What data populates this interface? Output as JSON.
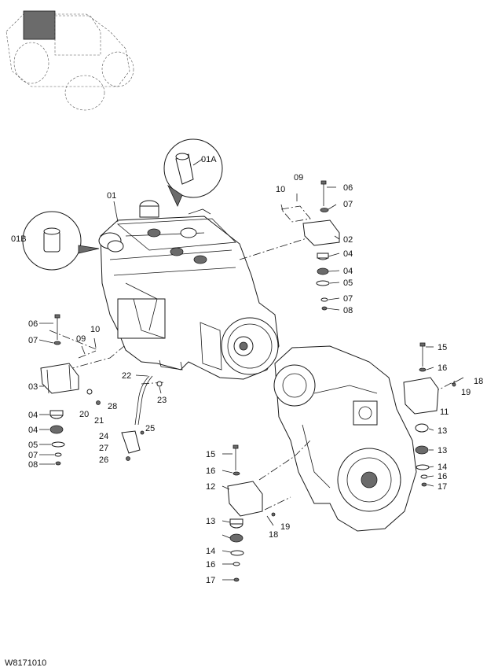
{
  "diagram_id": "W8171010",
  "callouts": {
    "c01": "01",
    "c01A": "01A",
    "c01B": "01B",
    "c02": "02",
    "c03": "03",
    "c04_r1": "04",
    "c04_r2": "04",
    "c04_l1": "04",
    "c04_l2": "04",
    "c05_r": "05",
    "c05_l": "05",
    "c06_r": "06",
    "c06_l": "06",
    "c07_r1": "07",
    "c07_r2": "07",
    "c07_l1": "07",
    "c07_l2": "07",
    "c08_r": "08",
    "c08_l": "08",
    "c09_r": "09",
    "c09_l": "09",
    "c10_r": "10",
    "c10_l": "10",
    "c11": "11",
    "c12": "12",
    "c13_r1": "13",
    "c13_r2": "13",
    "c13_b": "13",
    "c14_r": "14",
    "c14_b": "14",
    "c15_r": "15",
    "c15_b": "15",
    "c16_r1": "16",
    "c16_r2": "16",
    "c16_b1": "16",
    "c16_b2": "16",
    "c17_r": "17",
    "c17_b": "17",
    "c18_r": "18",
    "c18_b": "18",
    "c19_r": "19",
    "c19_b": "19",
    "c20": "20",
    "c21": "21",
    "c22": "22",
    "c23": "23",
    "c24": "24",
    "c25": "25",
    "c26": "26",
    "c27": "27",
    "c28": "28"
  }
}
